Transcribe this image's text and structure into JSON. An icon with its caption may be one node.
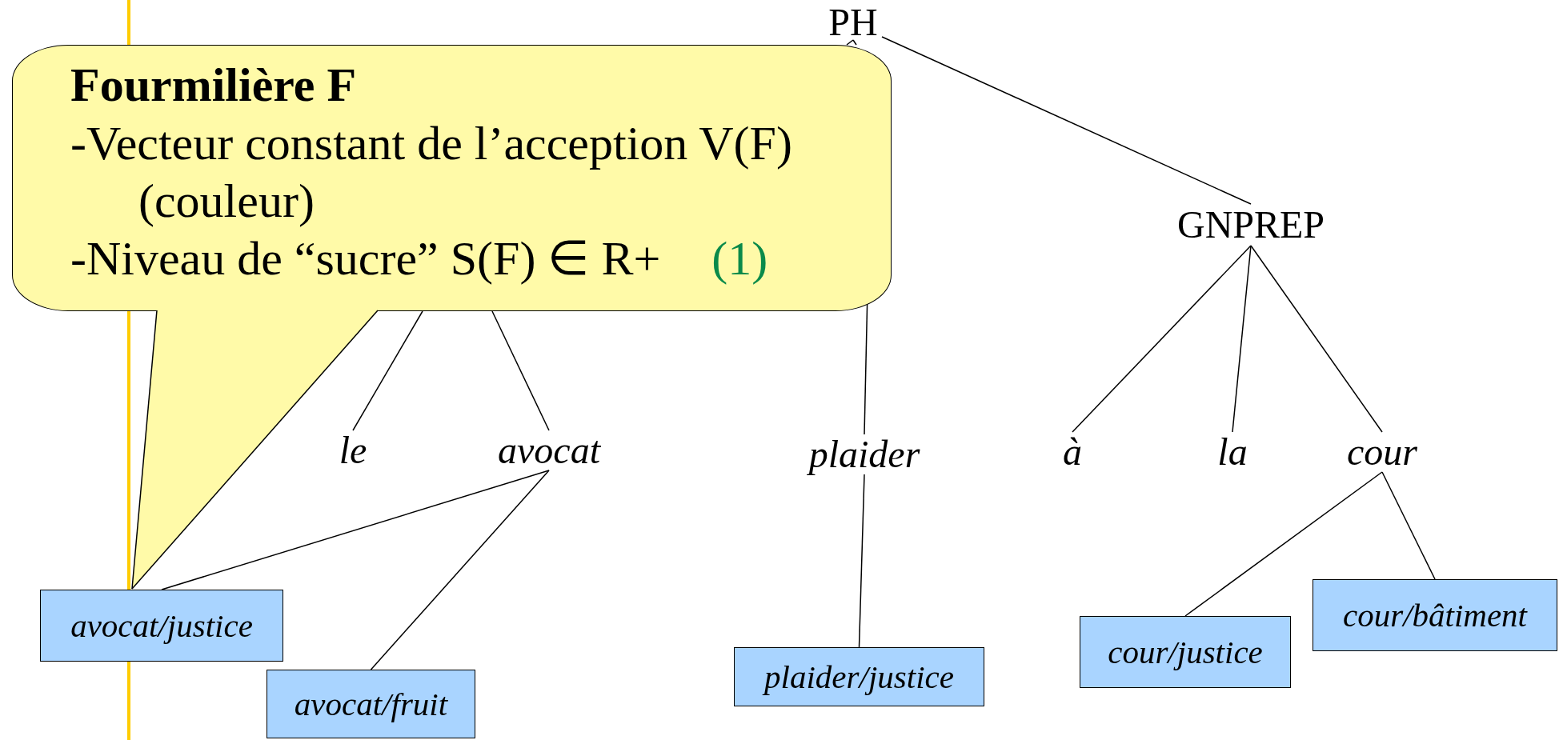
{
  "diagram": {
    "nodes": [
      {
        "text": [
          "Fourmilière F",
          "-Vecteur constant de l’acception V(F) (couleur)",
          "-Niveau de “sucre” S(F) ∈ R+",
          "(1)"
        ]
      },
      {
        "text": [
          "PH"
        ]
      },
      {
        "text": [
          "GNPREP"
        ]
      },
      {
        "text": [
          "le"
        ]
      },
      {
        "text": [
          "avocat"
        ]
      },
      {
        "text": [
          "plaider"
        ]
      },
      {
        "text": [
          "à"
        ]
      },
      {
        "text": [
          "la"
        ]
      },
      {
        "text": [
          "cour"
        ]
      },
      {
        "text": [
          "avocat/justice"
        ]
      },
      {
        "text": [
          "avocat/fruit"
        ]
      },
      {
        "text": [
          "plaider/justice"
        ]
      },
      {
        "text": [
          "cour/justice"
        ]
      },
      {
        "text": [
          "cour/bâtiment"
        ]
      }
    ],
    "edges": [
      {
        "from": 1,
        "to": 0,
        "arrow": "none"
      },
      {
        "from": 1,
        "to": 0,
        "arrow": "none"
      },
      {
        "from": 1,
        "to": 2,
        "arrow": "none"
      },
      {
        "from": 0,
        "to": 3,
        "arrow": "none"
      },
      {
        "from": 0,
        "to": 4,
        "arrow": "none"
      },
      {
        "from": 0,
        "to": 5,
        "arrow": "none"
      },
      {
        "from": 2,
        "to": 6,
        "arrow": "none"
      },
      {
        "from": 2,
        "to": 7,
        "arrow": "none"
      },
      {
        "from": 2,
        "to": 8,
        "arrow": "none"
      },
      {
        "from": 4,
        "to": 9,
        "arrow": "none"
      },
      {
        "from": 4,
        "to": 10,
        "arrow": "none"
      },
      {
        "from": 5,
        "to": 11,
        "arrow": "none"
      },
      {
        "from": 8,
        "to": 12,
        "arrow": "none"
      },
      {
        "from": 8,
        "to": 13,
        "arrow": "none"
      },
      {
        "from": 0,
        "to": 9,
        "arrow": "none"
      }
    ]
  }
}
